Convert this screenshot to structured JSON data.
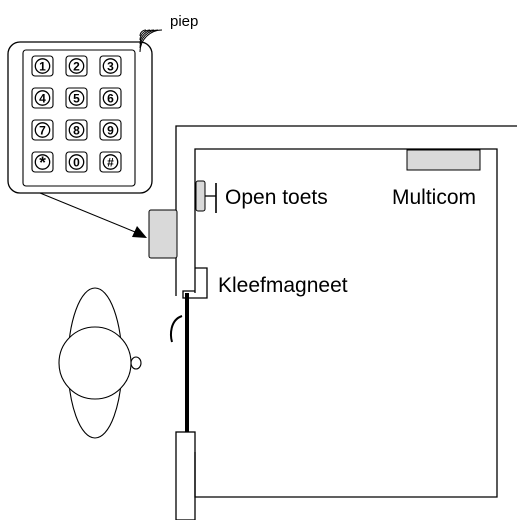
{
  "labels": {
    "beep": "piep",
    "open_button": "Open toets",
    "controller": "Multicom",
    "maglock": "Kleefmagneet"
  },
  "keypad": {
    "keys": [
      "1",
      "2",
      "3",
      "4",
      "5",
      "6",
      "7",
      "8",
      "9",
      "*",
      "0",
      "#"
    ]
  },
  "colors": {
    "line": "#000000",
    "device_fill": "#d9d9d9",
    "background": "#ffffff"
  },
  "icons": {
    "sound": "sound-waves-icon",
    "person": "person-topview-icon"
  }
}
